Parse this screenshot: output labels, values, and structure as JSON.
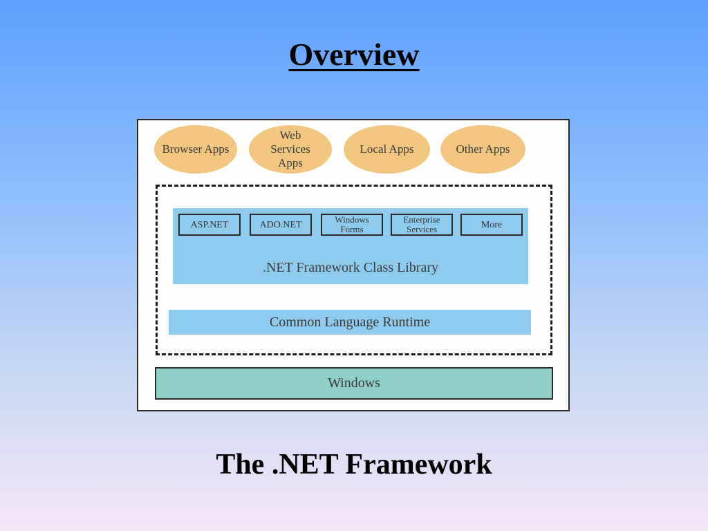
{
  "slide": {
    "title": "Overview",
    "caption": "The .NET Framework"
  },
  "diagram": {
    "apps": [
      "Browser Apps",
      "Web Services Apps",
      "Local Apps",
      "Other Apps"
    ],
    "libraries": [
      "ASP.NET",
      "ADO.NET",
      "Windows Forms",
      "Enterprise Services",
      "More"
    ],
    "class_library_label": ".NET Framework Class Library",
    "clr_label": "Common Language Runtime",
    "os_label": "Windows"
  },
  "colors": {
    "app_oval": "#f2c580",
    "framework_layer": "#8ecbee",
    "os_layer": "#8fd0c8"
  }
}
